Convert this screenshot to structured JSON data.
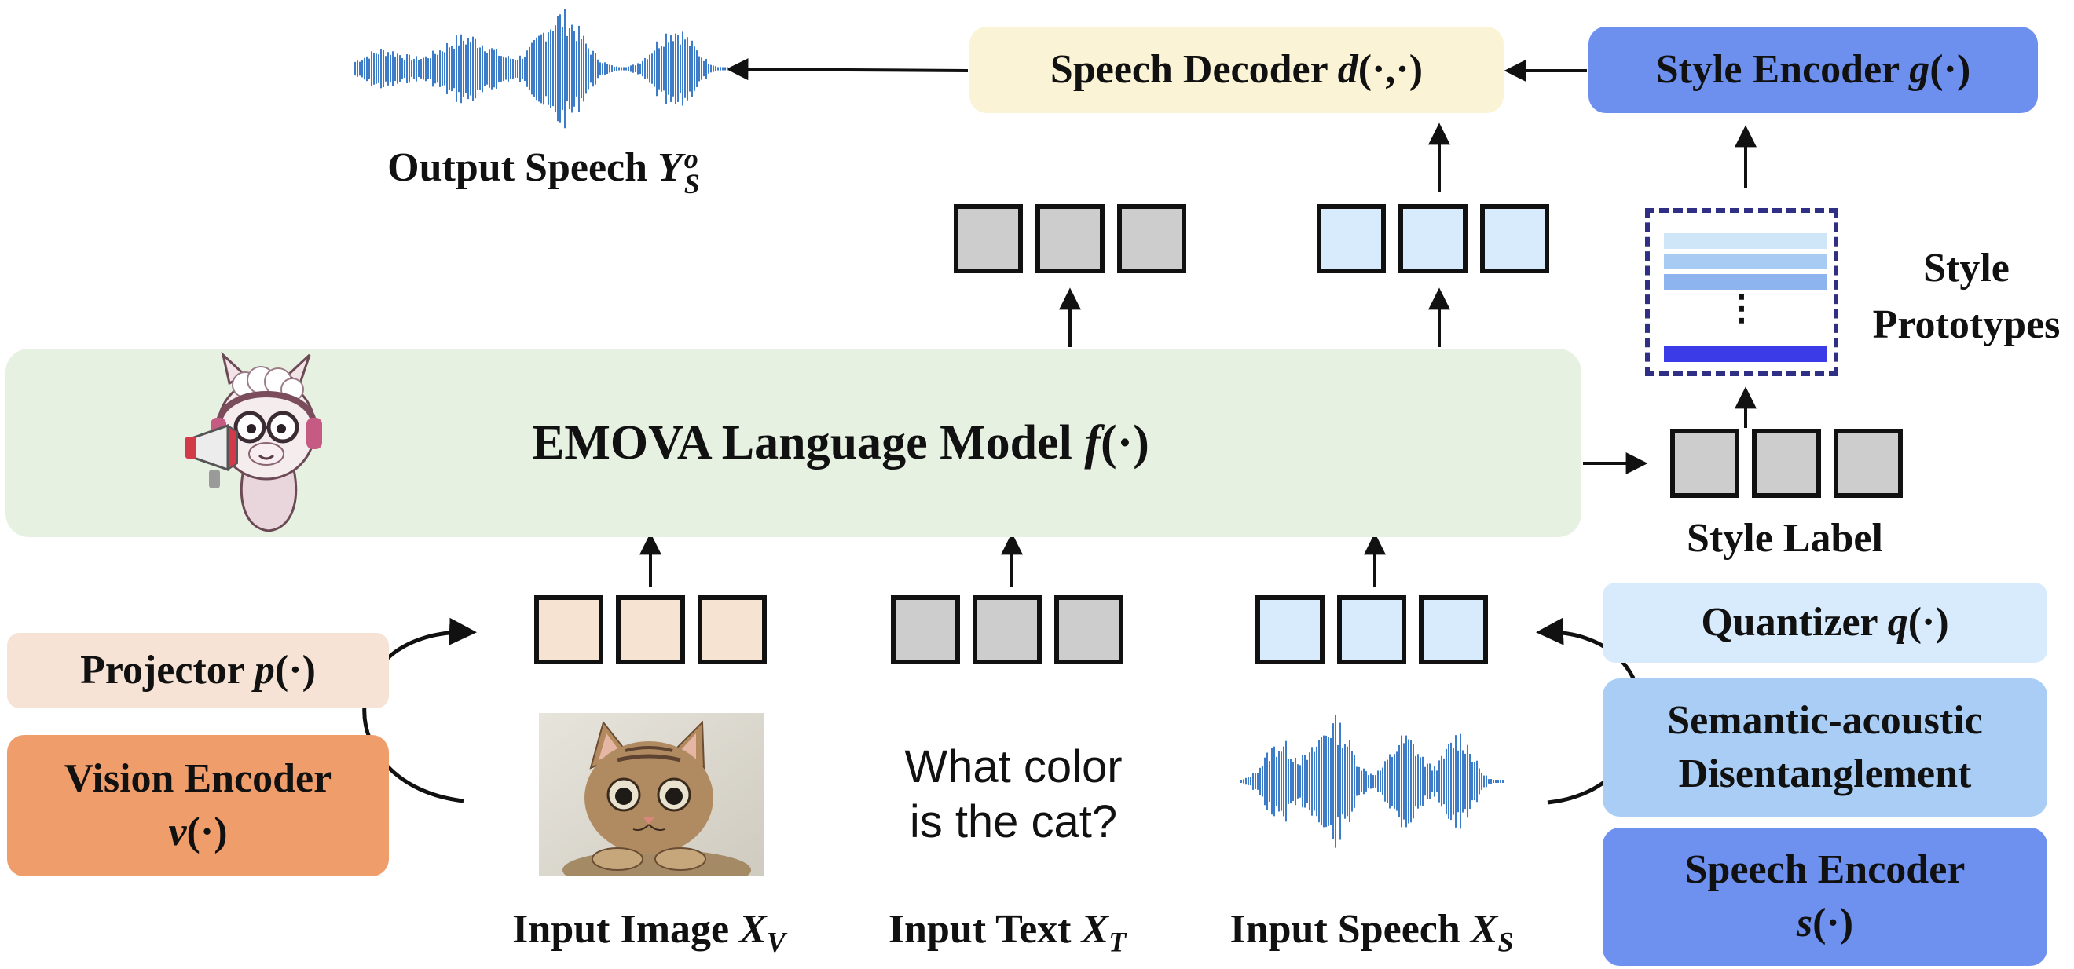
{
  "colors": {
    "decoder_box": "#fbf3d6",
    "style_encoder_box": "#6d90ef",
    "llm_box": "#e7f1e1",
    "projector_box": "#f7e3d5",
    "vision_encoder_box": "#ef9d6b",
    "quantizer_box": "#d8ebfd",
    "disentangle_box": "#a9cdf5",
    "speech_encoder_box": "#6e91f0",
    "token_gray": "#cdcdcd",
    "token_blue": "#d8ebfd",
    "token_peach": "#f7e3d2",
    "waveform": "#3d7cc9",
    "prototype_dark": "#3b3be8",
    "prototype_light": "#cfe6f8",
    "prototype_mid": "#8db4ef"
  },
  "output": {
    "label": "Output Speech ",
    "var": "Y",
    "sup": "o",
    "sub": "S",
    "icon": "output-waveform-icon"
  },
  "speech_decoder": {
    "label": "Speech Decoder ",
    "fn": "d",
    "args": "(·,·)"
  },
  "style_encoder": {
    "label": "Style Encoder ",
    "fn": "g",
    "args": "(·)"
  },
  "style_prototypes": {
    "line1": "Style",
    "line2": "Prototypes",
    "dots": "⋮"
  },
  "llm": {
    "label": "EMOVA Language Model ",
    "fn": "f",
    "args": "(·)",
    "icon": "llama-mascot-icon"
  },
  "style_label": {
    "text": "Style Label"
  },
  "quantizer": {
    "label": "Quantizer ",
    "fn": "q",
    "args": "(·)"
  },
  "disentanglement": {
    "line1": "Semantic-acoustic",
    "line2": "Disentanglement"
  },
  "speech_encoder": {
    "line1": "Speech Encoder",
    "fn": "s",
    "args": "(·)"
  },
  "projector": {
    "label": "Projector ",
    "fn": "p",
    "args": "(·)"
  },
  "vision_encoder": {
    "line1": "Vision Encoder",
    "fn": "v",
    "args": "(·)"
  },
  "inputs": {
    "image": {
      "label": "Input Image ",
      "var": "X",
      "sub": "V",
      "icon": "cat-photo-icon"
    },
    "text": {
      "label": "Input Text ",
      "var": "X",
      "sub": "T",
      "line1": "What color",
      "line2": "is the cat?"
    },
    "speech": {
      "label": "Input Speech ",
      "var": "X",
      "sub": "S",
      "icon": "input-waveform-icon"
    }
  }
}
